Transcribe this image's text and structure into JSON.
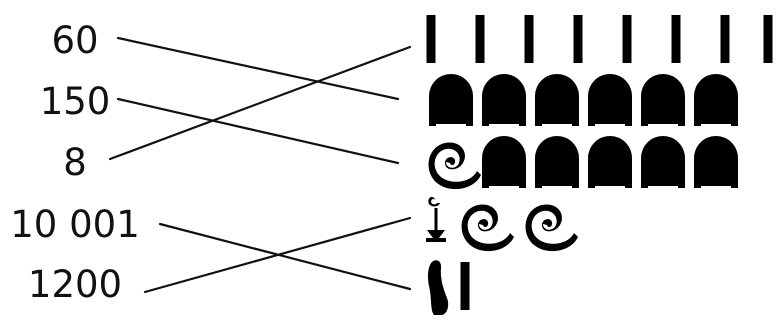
{
  "numbers": [
    {
      "id": "n60",
      "label": "60"
    },
    {
      "id": "n150",
      "label": "150"
    },
    {
      "id": "n8",
      "label": "8"
    },
    {
      "id": "n10001",
      "label": "10 001"
    },
    {
      "id": "n1200",
      "label": "1200"
    }
  ],
  "hieroglyph_rows": [
    {
      "row": 1,
      "glyphs": [
        "stroke",
        "stroke",
        "stroke",
        "stroke",
        "stroke",
        "stroke",
        "stroke",
        "stroke"
      ]
    },
    {
      "row": 2,
      "glyphs": [
        "heel-bone",
        "heel-bone",
        "heel-bone",
        "heel-bone",
        "heel-bone",
        "heel-bone"
      ]
    },
    {
      "row": 3,
      "glyphs": [
        "coil-of-rope",
        "heel-bone",
        "heel-bone",
        "heel-bone",
        "heel-bone",
        "heel-bone"
      ]
    },
    {
      "row": 4,
      "glyphs": [
        "lotus",
        "coil-of-rope",
        "coil-of-rope"
      ]
    },
    {
      "row": 5,
      "glyphs": [
        "finger",
        "stroke"
      ]
    }
  ],
  "connections": [
    {
      "from": "60",
      "to_row": 2
    },
    {
      "from": "150",
      "to_row": 3
    },
    {
      "from": "8",
      "to_row": 1
    },
    {
      "from": "10 001",
      "to_row": 5
    },
    {
      "from": "1200",
      "to_row": 4
    }
  ],
  "colors": {
    "line": "#111111",
    "glyph_outline": "#4a4a4a",
    "text": "#111111"
  }
}
